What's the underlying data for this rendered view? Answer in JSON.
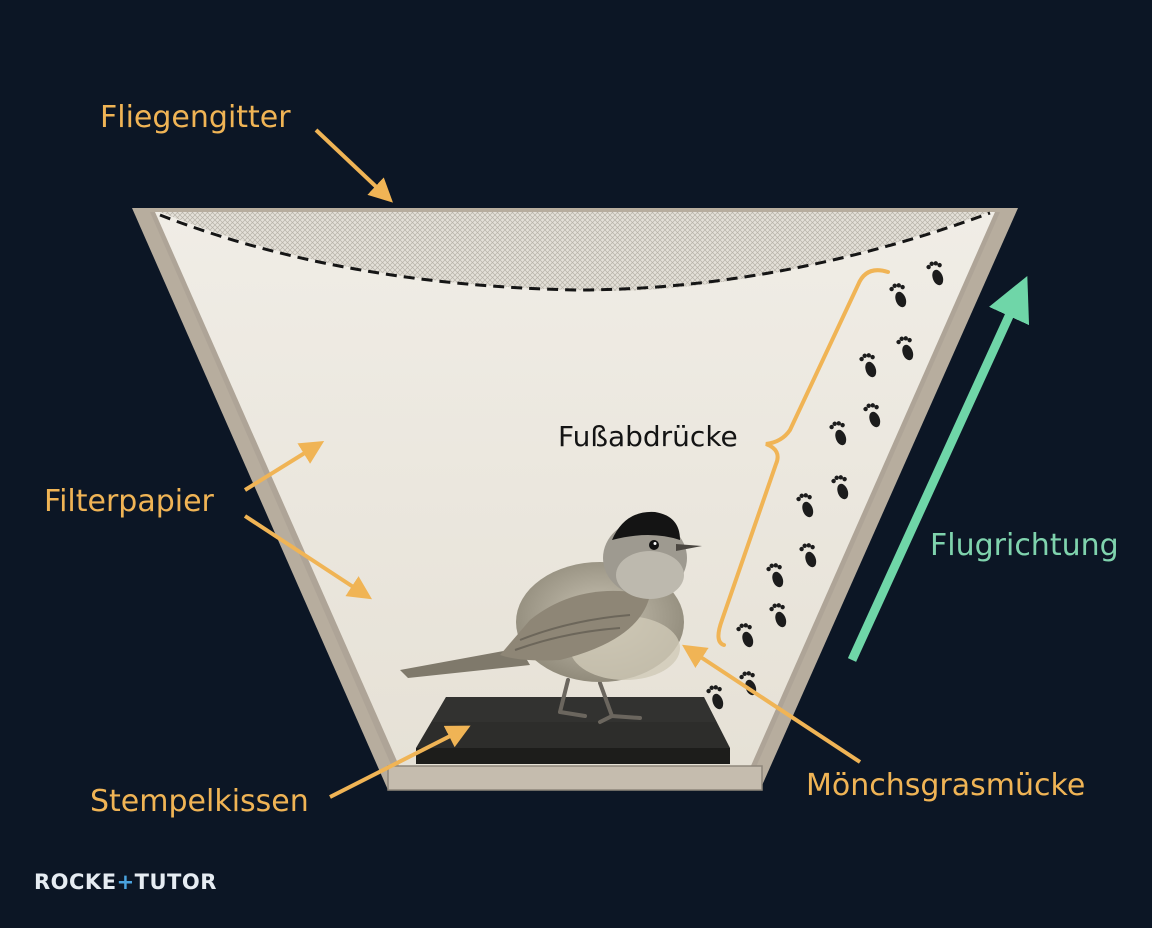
{
  "labels": {
    "fly_screen": "Fliegengitter",
    "filter_paper": "Filterpapier",
    "footprints": "Fußabdrücke",
    "flight_direction": "Flugrichtung",
    "ink_pad": "Stempelkissen",
    "bird": "Mönchsgrasmücke"
  },
  "logo": {
    "part1": "ROCKE",
    "mark": "+",
    "part2": "TUTOR"
  },
  "colors": {
    "background": "#0c1625",
    "label_orange": "#f0b455",
    "arrow_green": "#6fd6a8",
    "funnel_frame": "#b7ad9e",
    "paper": "#ece8df",
    "ink_pad": "#2d2d2b",
    "footprint": "#1c1c1c"
  },
  "icons": [
    "footprint-icon",
    "bird-illustration"
  ]
}
